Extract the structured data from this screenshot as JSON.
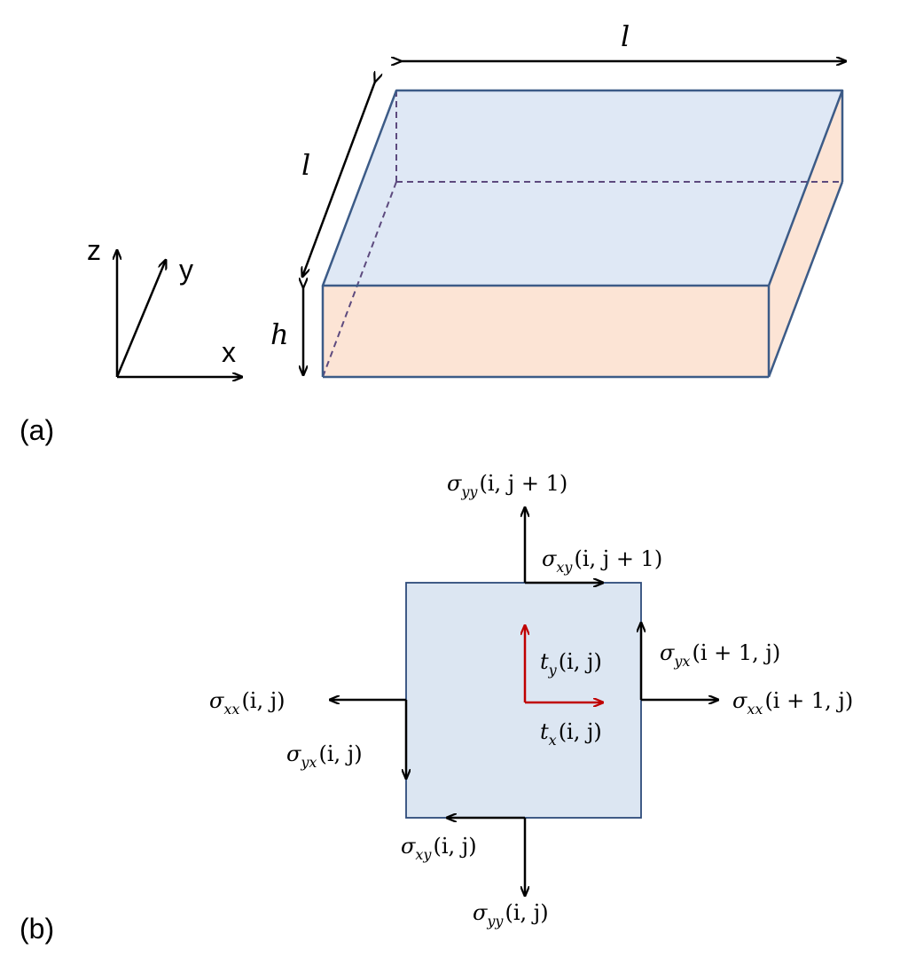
{
  "panel_a": {
    "panel_label": "(a)",
    "axes": {
      "x_label": "x",
      "y_label": "y",
      "z_label": "z"
    },
    "dimensions": {
      "length_top": "l",
      "length_side": "l",
      "height": "h"
    },
    "colors": {
      "top_face": "#dde7f4",
      "side_face": "#fce4d5",
      "edge": "#3c5b87",
      "hidden_edge": "#5d4a7e"
    }
  },
  "panel_b": {
    "panel_label": "(b)",
    "stress_labels": {
      "syy_top": {
        "sym": "σ",
        "sub": "yy",
        "args": "(i, j + 1)"
      },
      "sxy_top": {
        "sym": "σ",
        "sub": "xy",
        "args": "(i, j + 1)"
      },
      "syx_right": {
        "sym": "σ",
        "sub": "yx",
        "args": "(i + 1, j)"
      },
      "sxx_right": {
        "sym": "σ",
        "sub": "xx",
        "args": "(i + 1, j)"
      },
      "sxx_left": {
        "sym": "σ",
        "sub": "xx",
        "args": "(i, j)"
      },
      "syx_left": {
        "sym": "σ",
        "sub": "yx",
        "args": "(i, j)"
      },
      "sxy_bottom": {
        "sym": "σ",
        "sub": "xy",
        "args": "(i, j)"
      },
      "syy_bottom": {
        "sym": "σ",
        "sub": "yy",
        "args": "(i, j)"
      }
    },
    "traction_labels": {
      "ty": {
        "sym": "t",
        "sub": "y",
        "args": "(i, j)"
      },
      "tx": {
        "sym": "t",
        "sub": "x",
        "args": "(i, j)"
      }
    },
    "colors": {
      "cell_fill": "#dce6f2",
      "cell_edge": "#2d4a7a",
      "traction_arrow": "#c00000",
      "stress_arrow": "#000000"
    }
  }
}
